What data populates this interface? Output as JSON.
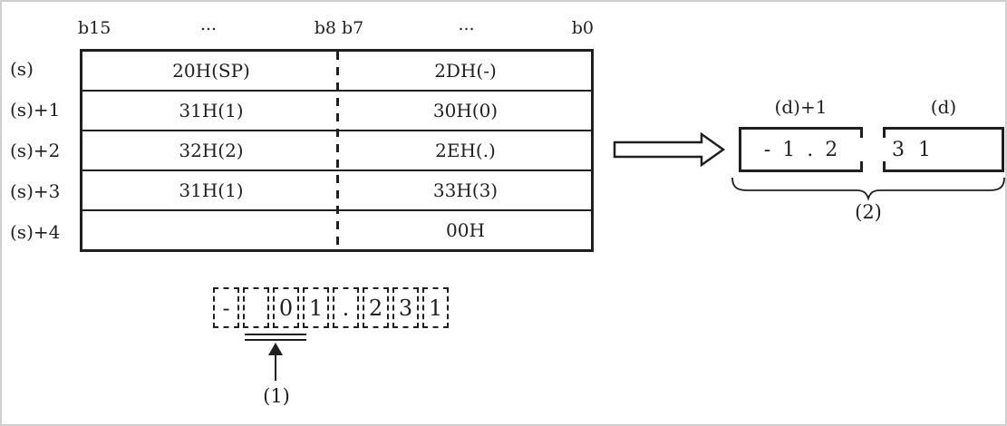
{
  "bit_header": {
    "b15": "b15",
    "dots_left": "...",
    "b8b7": "b8 b7",
    "dots_right": "...",
    "b0": "b0"
  },
  "source_table": {
    "rows": [
      {
        "label": "(s)",
        "high": "20H(SP)",
        "low": "2DH(-)"
      },
      {
        "label": "(s)+1",
        "high": "31H(1)",
        "low": "30H(0)"
      },
      {
        "label": "(s)+2",
        "high": "32H(2)",
        "low": "2EH(.)"
      },
      {
        "label": "(s)+3",
        "high": "31H(1)",
        "low": "33H(3)"
      },
      {
        "label": "(s)+4",
        "high": "",
        "low": "00H"
      }
    ]
  },
  "display_string": {
    "chars": [
      "-",
      "",
      "0",
      "1",
      ".",
      "2",
      "3",
      "1"
    ],
    "annotation": "(1)"
  },
  "result": {
    "left_label": "(d)+1",
    "right_label": "(d)",
    "left_value": "- 1 . 2",
    "right_value": "3 1",
    "annotation": "(2)"
  },
  "colors": {
    "ink": "#1f1f1f",
    "frame": "#cfcfcf",
    "background": "#ffffff"
  }
}
